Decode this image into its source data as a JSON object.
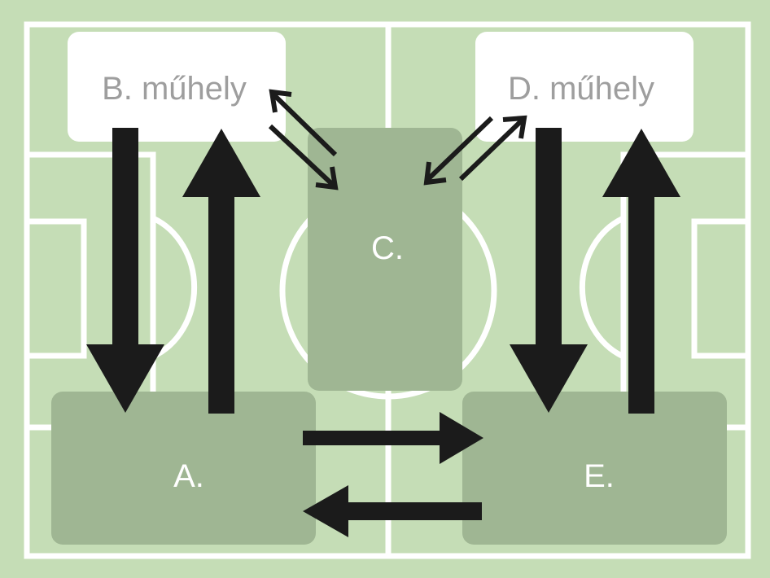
{
  "colors": {
    "field": "#c5ddb6",
    "lines": "#ffffff",
    "zone": "#9fb693",
    "workshop_box": "#ffffff",
    "workshop_text": "#9e9e9e",
    "zone_text": "#ffffff",
    "arrow": "#1b1b1b"
  },
  "boxes": {
    "a": "A.",
    "b": "B. műhely",
    "c": "C.",
    "d": "D. műhely",
    "e": "E."
  }
}
